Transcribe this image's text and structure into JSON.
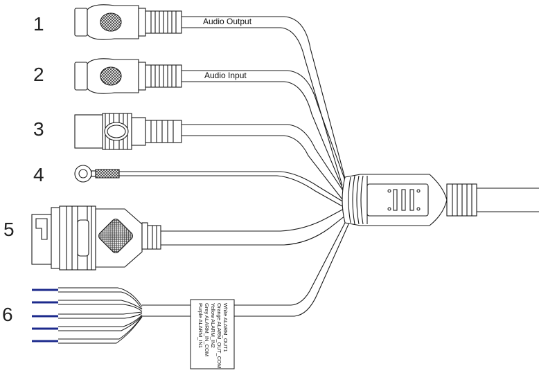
{
  "connectors": [
    {
      "number": "1",
      "label": "Audio Output"
    },
    {
      "number": "2",
      "label": "Audio Input"
    },
    {
      "number": "3",
      "label": ""
    },
    {
      "number": "4",
      "label": ""
    },
    {
      "number": "5",
      "label": ""
    },
    {
      "number": "6",
      "label": ""
    }
  ],
  "alarm_tag": {
    "lines": [
      "Purple ALARM_IN1",
      "Grey ALARM_IN_COM",
      "Yellow ALARM_IN2",
      "Orange ALARM_OUT_COM",
      "White ALARM_OUT1"
    ]
  },
  "colors": {
    "line": "#1a1a1a",
    "wire_tip": "#1c2a8c",
    "hatch": "#333333",
    "background": "#ffffff"
  }
}
